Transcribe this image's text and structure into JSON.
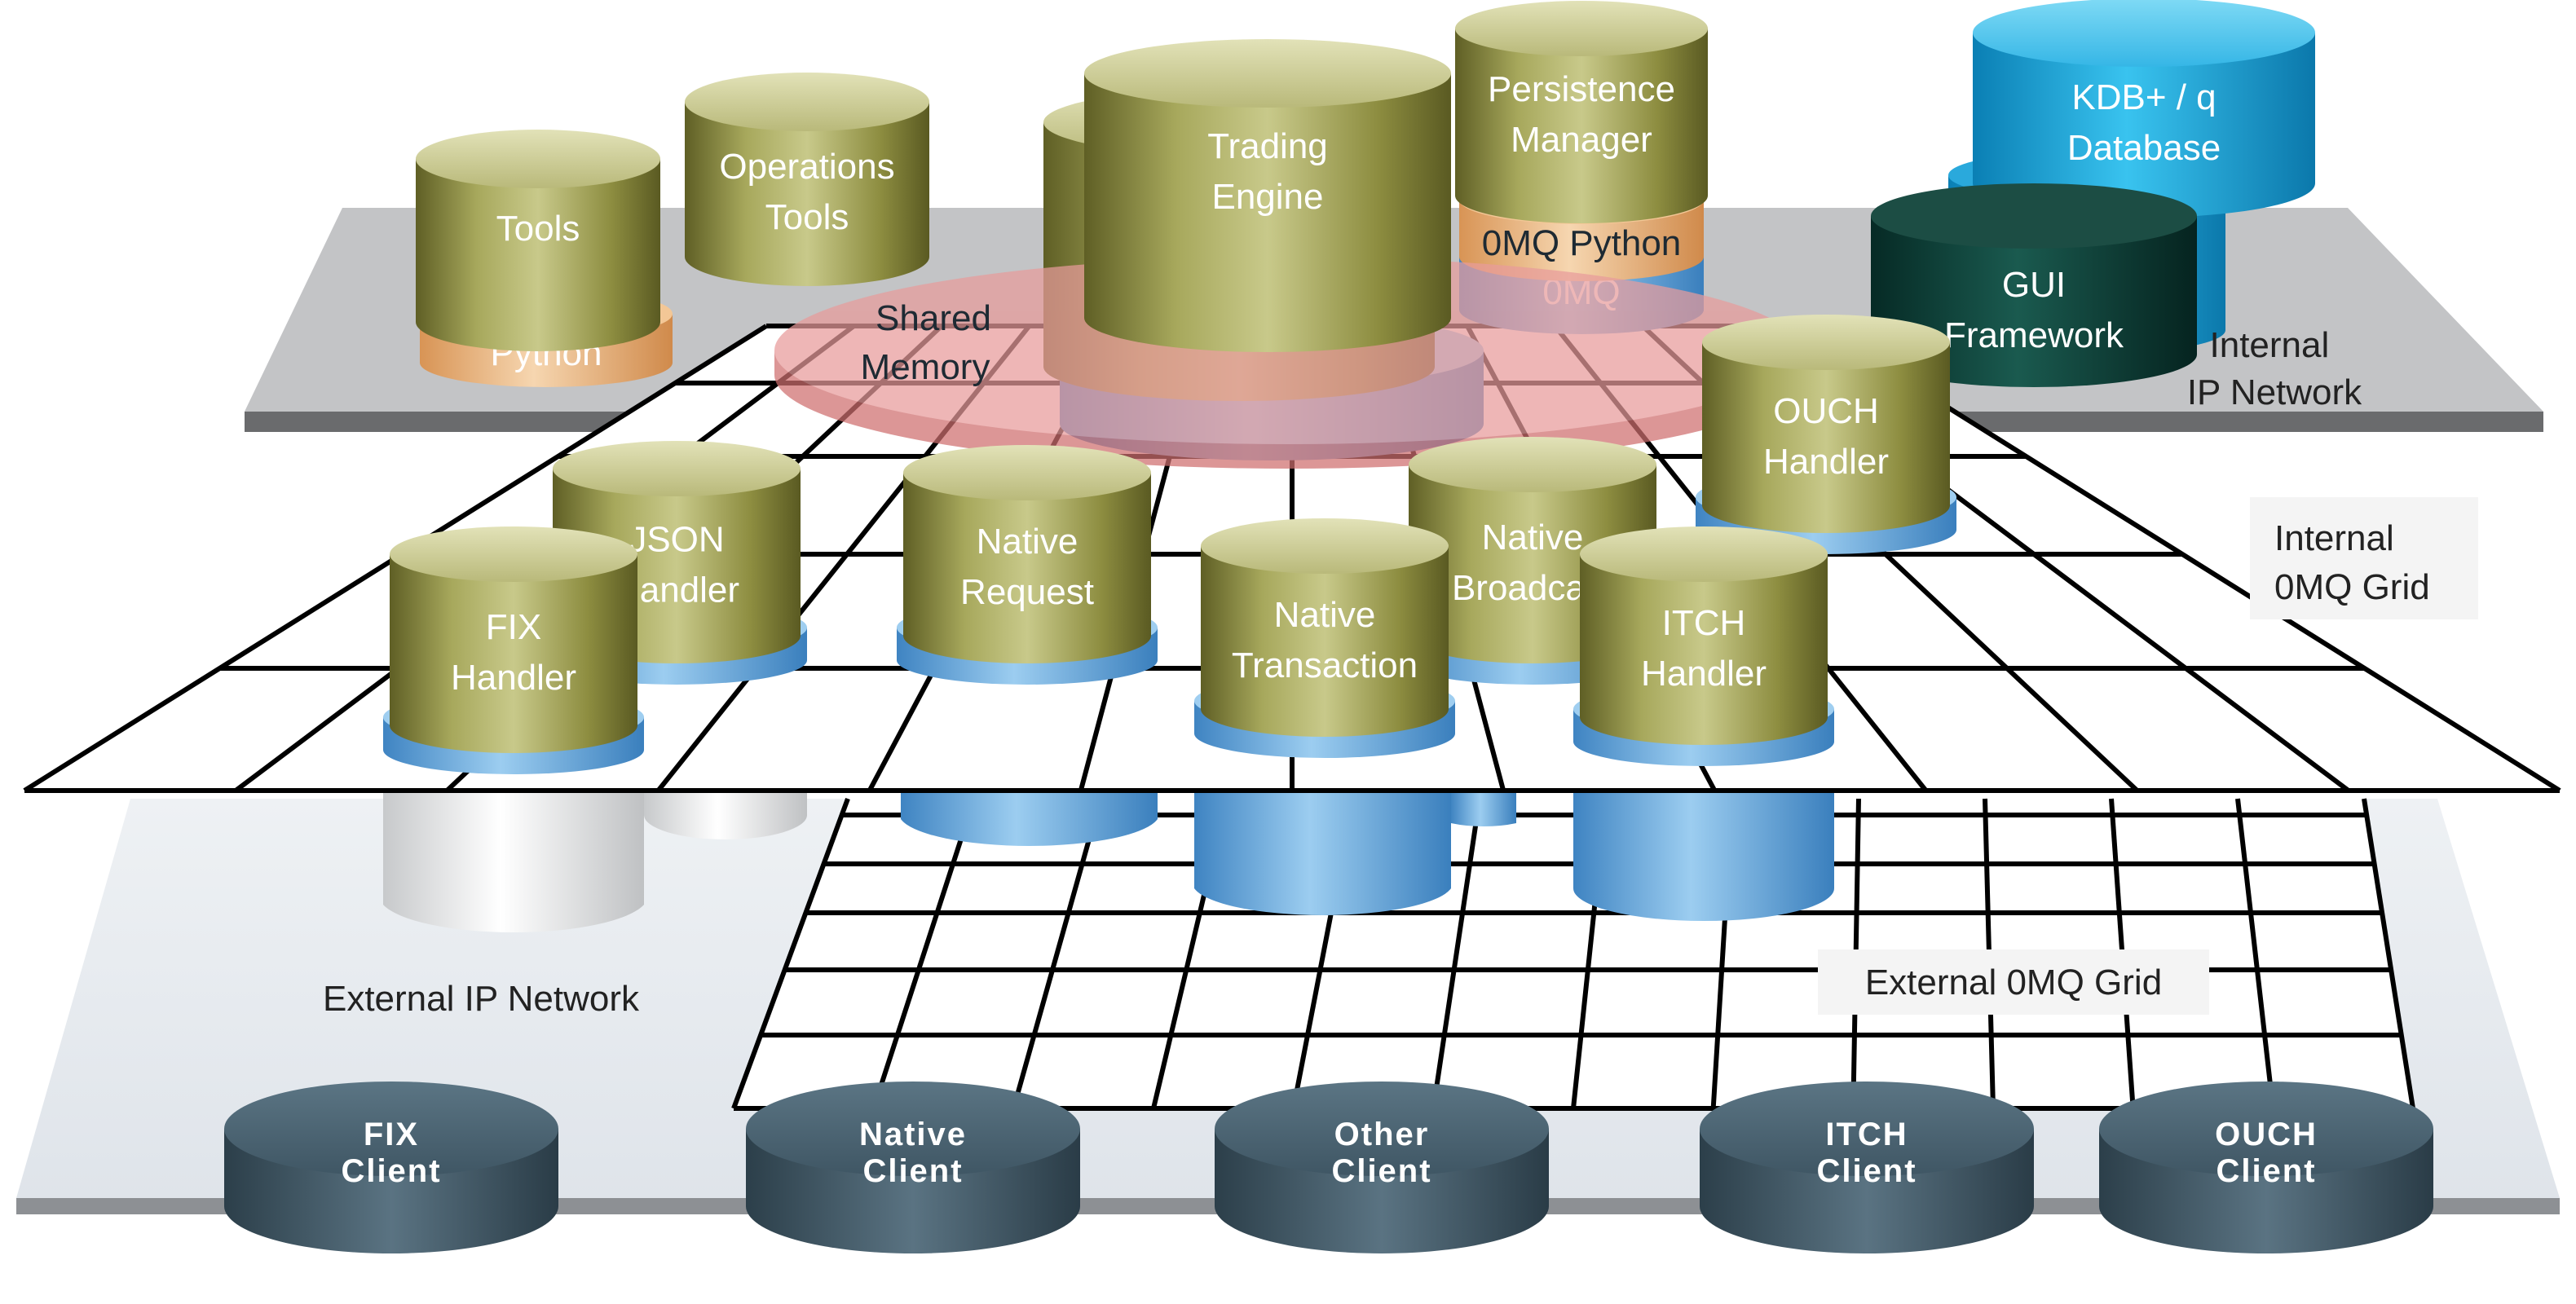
{
  "labels": {
    "internal_ip_network": [
      "Internal",
      "IP Network"
    ],
    "internal_0mq_grid": [
      "Internal",
      "0MQ Grid"
    ],
    "external_ip_network": "External IP Network",
    "external_0mq_grid": "External 0MQ Grid",
    "shared_memory": [
      "Shared",
      "Memory"
    ]
  },
  "components": {
    "tools": "Tools",
    "python": "Python",
    "operations_tools": [
      "Operations",
      "Tools"
    ],
    "trading_engine": [
      "Trading",
      "Engine"
    ],
    "persistence_manager": [
      "Persistence",
      "Manager"
    ],
    "omq_python": "0MQ Python",
    "omq": "0MQ",
    "kdb": [
      "KDB+ / q",
      "Database"
    ],
    "gui": [
      "GUI",
      "Framework"
    ],
    "json_handler": [
      "JSON",
      "Handler"
    ],
    "native_request": [
      "Native",
      "Request"
    ],
    "native_broadcast": [
      "Native",
      "Broadcast"
    ],
    "ouch_handler": [
      "OUCH",
      "Handler"
    ],
    "fix_handler": [
      "FIX",
      "Handler"
    ],
    "native_transaction": [
      "Native",
      "Transaction"
    ],
    "itch_handler": [
      "ITCH",
      "Handler"
    ]
  },
  "clients": {
    "fix": [
      "FIX",
      "Client"
    ],
    "native": [
      "Native",
      "Client"
    ],
    "other": [
      "Other",
      "Client"
    ],
    "itch": [
      "ITCH",
      "Client"
    ],
    "ouch": [
      "OUCH",
      "Client"
    ]
  },
  "colors": {
    "olive": "#8f8f3e",
    "blue_base": "#5aa4de",
    "teal_db": "#1aa3d6",
    "gui_dark": "#0e3a33",
    "client": "#425a68",
    "shared_memory": "#e58c8c",
    "python_ring": "#e8b27a"
  }
}
